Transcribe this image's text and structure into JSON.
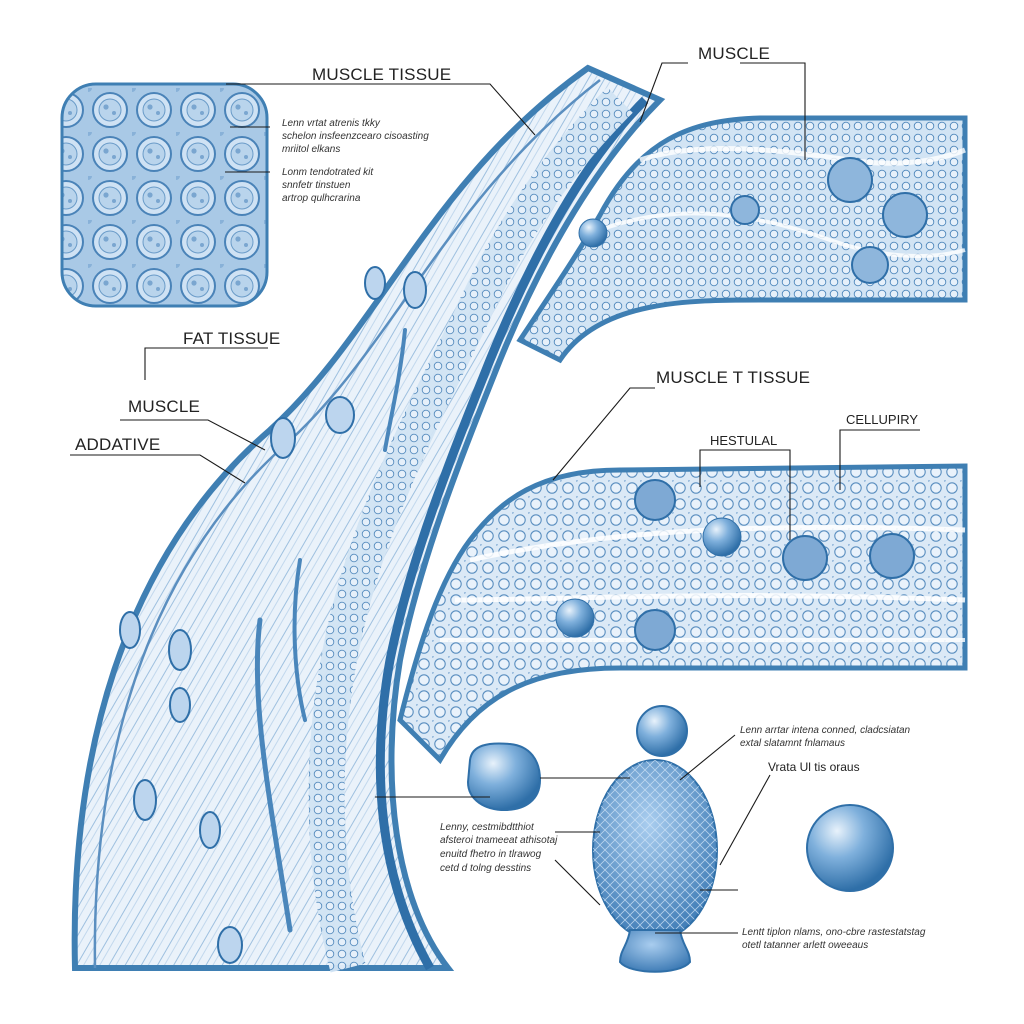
{
  "colors": {
    "background": "#ffffff",
    "tissue_fill": "#dbe9f6",
    "tissue_stroke": "#3f7fb3",
    "cell_fill": "#cfe0f2",
    "cell_dark": "#5b8fc0",
    "band": "#4a86bb",
    "label_text": "#222222",
    "leader_line": "#1a1a1a"
  },
  "labels": {
    "muscle_tissue_top": "MUSCLE TISSUE",
    "muscle_top_right": "MUSCLE",
    "fat_tissue": "FAT TISSUE",
    "muscle_left": "MUSCLE",
    "addative": "ADDATIVE",
    "muscle_t_tissue": "MUSCLE T TISSUE",
    "hestulal": "HESTULAL",
    "cellupiry": "CELLUPIRY",
    "vrata": "Vrata Ul tis oraus"
  },
  "notes": {
    "inset_1": [
      "Lenn vrtat atrenis tkky",
      "schelon insfeenzcearo cisoasting",
      "mriitol elkans"
    ],
    "inset_2": [
      "Lonm tendotrated kit",
      "snnfetr tinstuen",
      "artrop qulhcrarina"
    ],
    "bottom_left": [
      "Lenny, cestmibdtthiot",
      "afsteroi tnameeat athisotaj",
      "enuitd fhetro in tlrawog",
      "cetd d tolng desstins"
    ],
    "bottom_right_top": [
      "Lenn arrtar intena conned, cladcsiatan",
      "extal slatamnt fnlamaus"
    ],
    "bottom_right_bottom": [
      "Lentt tiplon nlams, ono-cbre rastestatstag",
      "otetl tatanner arlett oweeaus"
    ]
  },
  "icons": [
    "fat-cell-icon",
    "sphere-cell-icon",
    "ovoid-cell-icon"
  ]
}
